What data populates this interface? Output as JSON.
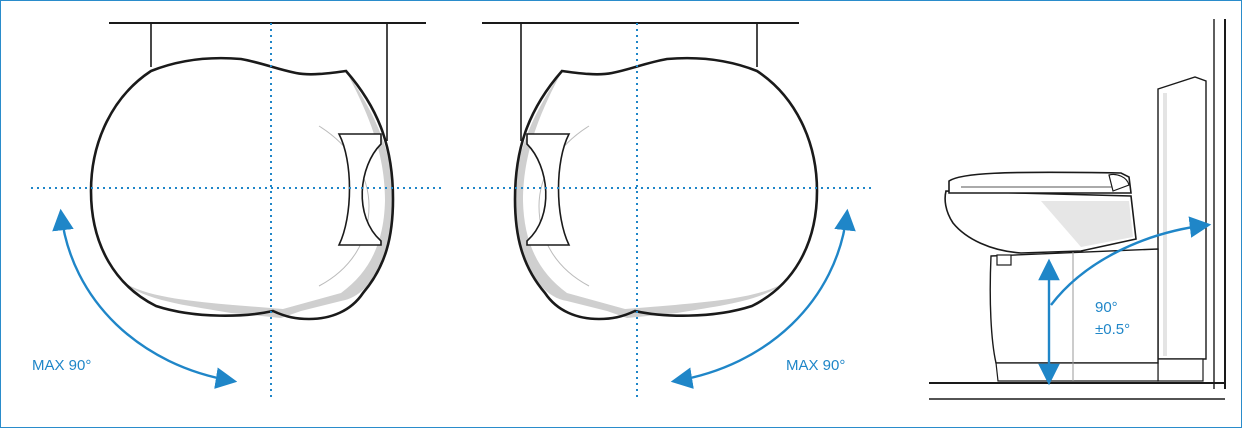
{
  "figure": {
    "panels": [
      {
        "id": "top-view-left",
        "label": "MAX 90°"
      },
      {
        "id": "top-view-right",
        "label": "MAX 90°"
      },
      {
        "id": "side-view",
        "label_line1": "90°",
        "label_line2": "±0.5°"
      }
    ]
  },
  "colors": {
    "frame": "#2a8ccb",
    "accent": "#1f86c8",
    "outline": "#1a1a1a",
    "shadow": "#cfcfcf"
  }
}
